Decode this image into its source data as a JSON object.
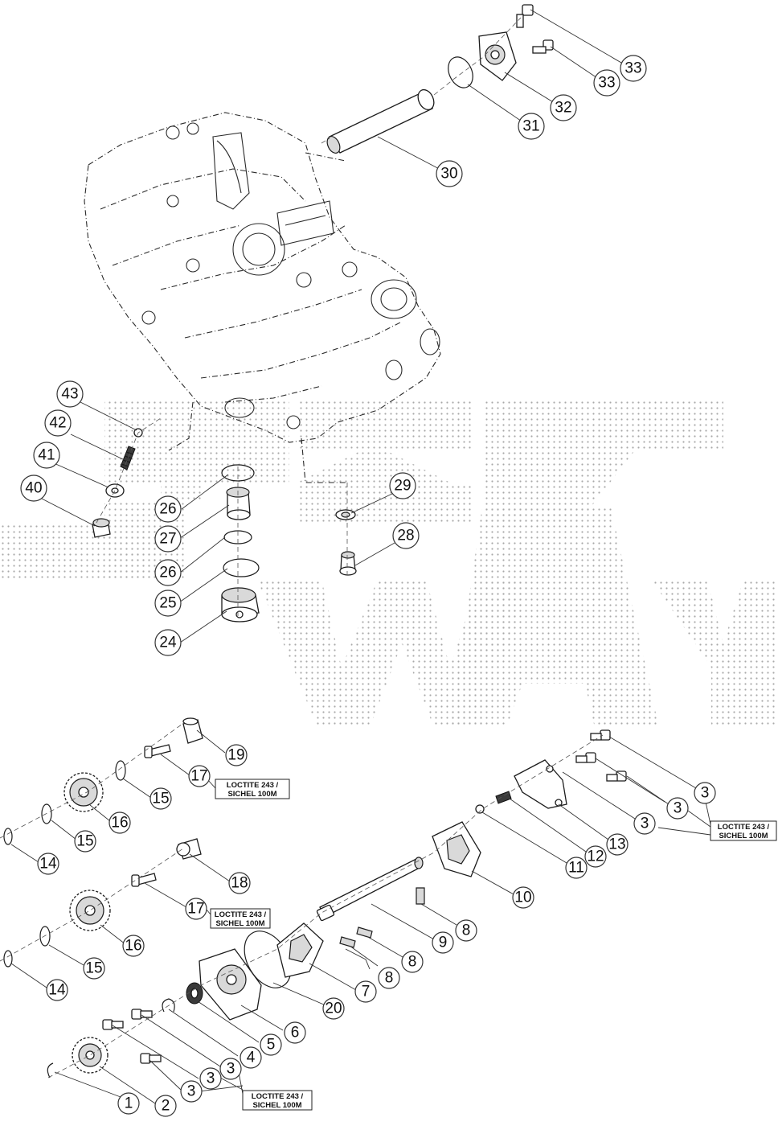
{
  "callouts": [
    "1",
    "2",
    "3",
    "4",
    "5",
    "6",
    "7",
    "8",
    "9",
    "10",
    "11",
    "12",
    "13",
    "14",
    "15",
    "16",
    "17",
    "18",
    "19",
    "20",
    "24",
    "25",
    "26",
    "27",
    "28",
    "29",
    "30",
    "31",
    "32",
    "33",
    "40",
    "41",
    "42",
    "43"
  ],
  "notes": {
    "loctite_line1": "LOCTITE 243 /",
    "loctite_line2": "SICHEL 100M"
  },
  "colors": {
    "line": "#1c1c1c",
    "watermark_dots": "#9a9a9a",
    "background": "#ffffff"
  }
}
